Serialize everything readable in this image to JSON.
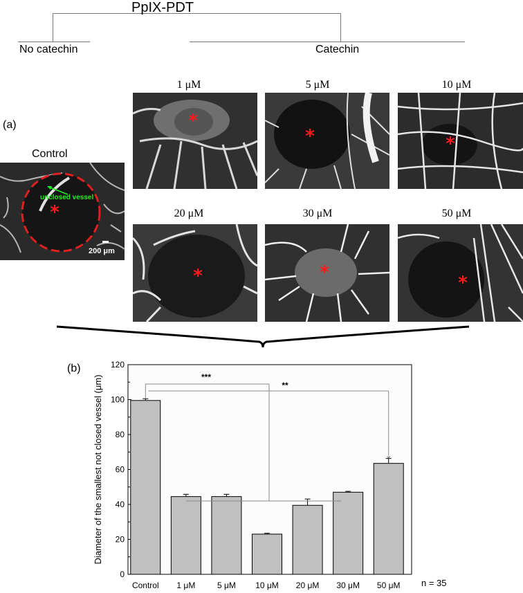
{
  "header": {
    "title": "PpIX-PDT",
    "left_group": "No catechin",
    "right_group": "Catechin"
  },
  "panel_a": {
    "letter": "(a)",
    "control": {
      "label": "Control",
      "annotation": "unclosed vessel",
      "scale_bar": "200 μm"
    },
    "images": [
      {
        "label": "1 μM"
      },
      {
        "label": "5 μM"
      },
      {
        "label": "10 μM"
      },
      {
        "label": "20 μM"
      },
      {
        "label": "30 μM"
      },
      {
        "label": "50 μM"
      }
    ],
    "colors": {
      "asterisk": "#ff1a1a",
      "circle": "#e02020",
      "annotation": "#22ee22"
    }
  },
  "panel_b": {
    "letter": "(b)",
    "n_label": "n = 35",
    "significance": {
      "left": "***",
      "right": "**"
    }
  },
  "chart_data": {
    "type": "bar",
    "categories": [
      "Control",
      "1 μM",
      "5 μM",
      "10 μM",
      "20 μM",
      "30 μM",
      "50 μM"
    ],
    "values": [
      99.5,
      44.5,
      44.5,
      23,
      39.5,
      47,
      63.5
    ],
    "errors": [
      1,
      1.3,
      1.3,
      0.5,
      3.6,
      0.5,
      2.8
    ],
    "xlabel": "",
    "ylabel": "Diameter of the smallest not closed vessel (μm)",
    "ylim": [
      0,
      120
    ],
    "yticks": [
      0,
      20,
      40,
      60,
      80,
      100,
      120
    ],
    "bar_color": "#c0c0c0",
    "grid": false
  }
}
